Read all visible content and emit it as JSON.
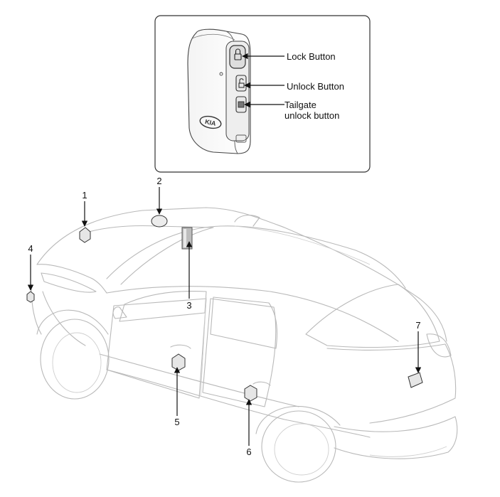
{
  "inset": {
    "callouts": {
      "lock": "Lock Button",
      "unlock": "Unlock Button",
      "tailgate_line1": "Tailgate",
      "tailgate_line2": "unlock button"
    },
    "logo_text": "KIA"
  },
  "parts": {
    "p1": "1",
    "p2": "2",
    "p3": "3",
    "p4": "4",
    "p5": "5",
    "p6": "6",
    "p7": "7"
  },
  "colors": {
    "car_line": "#b9b9b9",
    "leader": "#111111",
    "module_fill": "#e6e6e6"
  }
}
